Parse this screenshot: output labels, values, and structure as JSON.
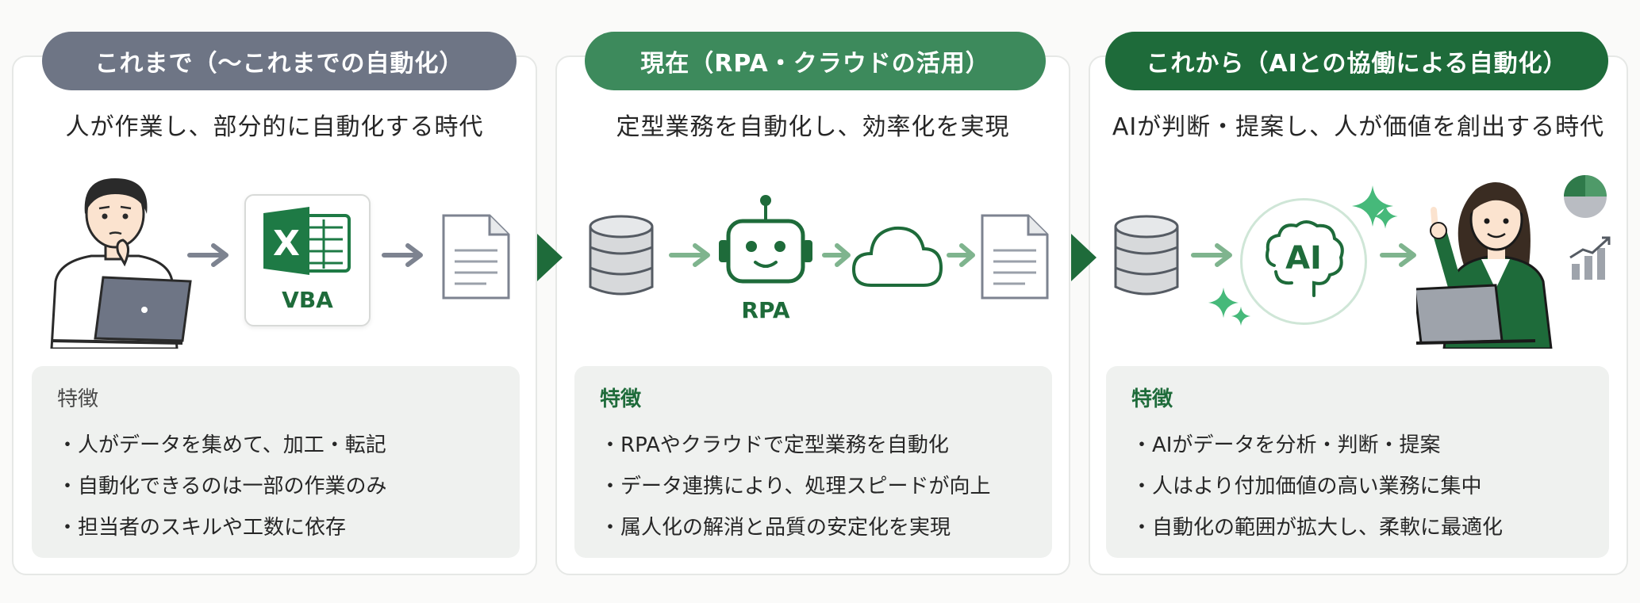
{
  "colors": {
    "past_pill": "#6e7585",
    "present_pill": "#3d8a5c",
    "future_pill": "#1e6b3a",
    "accent_green": "#1e6b3a",
    "feature_bg": "#eff1ef"
  },
  "stages": [
    {
      "title": "これまで（〜これまでの自動化）",
      "subtitle": "人が作業し、部分的に自動化する時代",
      "icons": [
        "person-thinking-laptop-icon",
        "arrow-icon",
        "excel-vba-icon",
        "arrow-icon",
        "document-icon"
      ],
      "vba_label": "VBA",
      "excel_letter": "X",
      "features_title": "特徴",
      "features": [
        "・人がデータを集めて、加工・転記",
        "・自動化できるのは一部の作業のみ",
        "・担当者のスキルや工数に依存"
      ]
    },
    {
      "title": "現在（RPA・クラウドの活用）",
      "subtitle": "定型業務を自動化し、効率化を実現",
      "icons": [
        "database-icon",
        "arrow-icon",
        "robot-icon",
        "arrow-icon",
        "cloud-icon",
        "arrow-icon",
        "document-icon"
      ],
      "rpa_label": "RPA",
      "features_title": "特徴",
      "features": [
        "・RPAやクラウドで定型業務を自動化",
        "・データ連携により、処理スピードが向上",
        "・属人化の解消と品質の安定化を実現"
      ]
    },
    {
      "title": "これから（AIとの協働による自動化）",
      "subtitle": "AIが判断・提案し、人が価値を創出する時代",
      "icons": [
        "database-icon",
        "arrow-icon",
        "ai-brain-icon",
        "arrow-icon",
        "person-pointing-laptop-icon",
        "pie-chart-icon",
        "bar-chart-growth-icon",
        "sparkle-icon"
      ],
      "ai_label": "AI",
      "features_title": "特徴",
      "features": [
        "・AIがデータを分析・判断・提案",
        "・人はより付加価値の高い業務に集中",
        "・自動化の範囲が拡大し、柔軟に最適化"
      ]
    }
  ]
}
